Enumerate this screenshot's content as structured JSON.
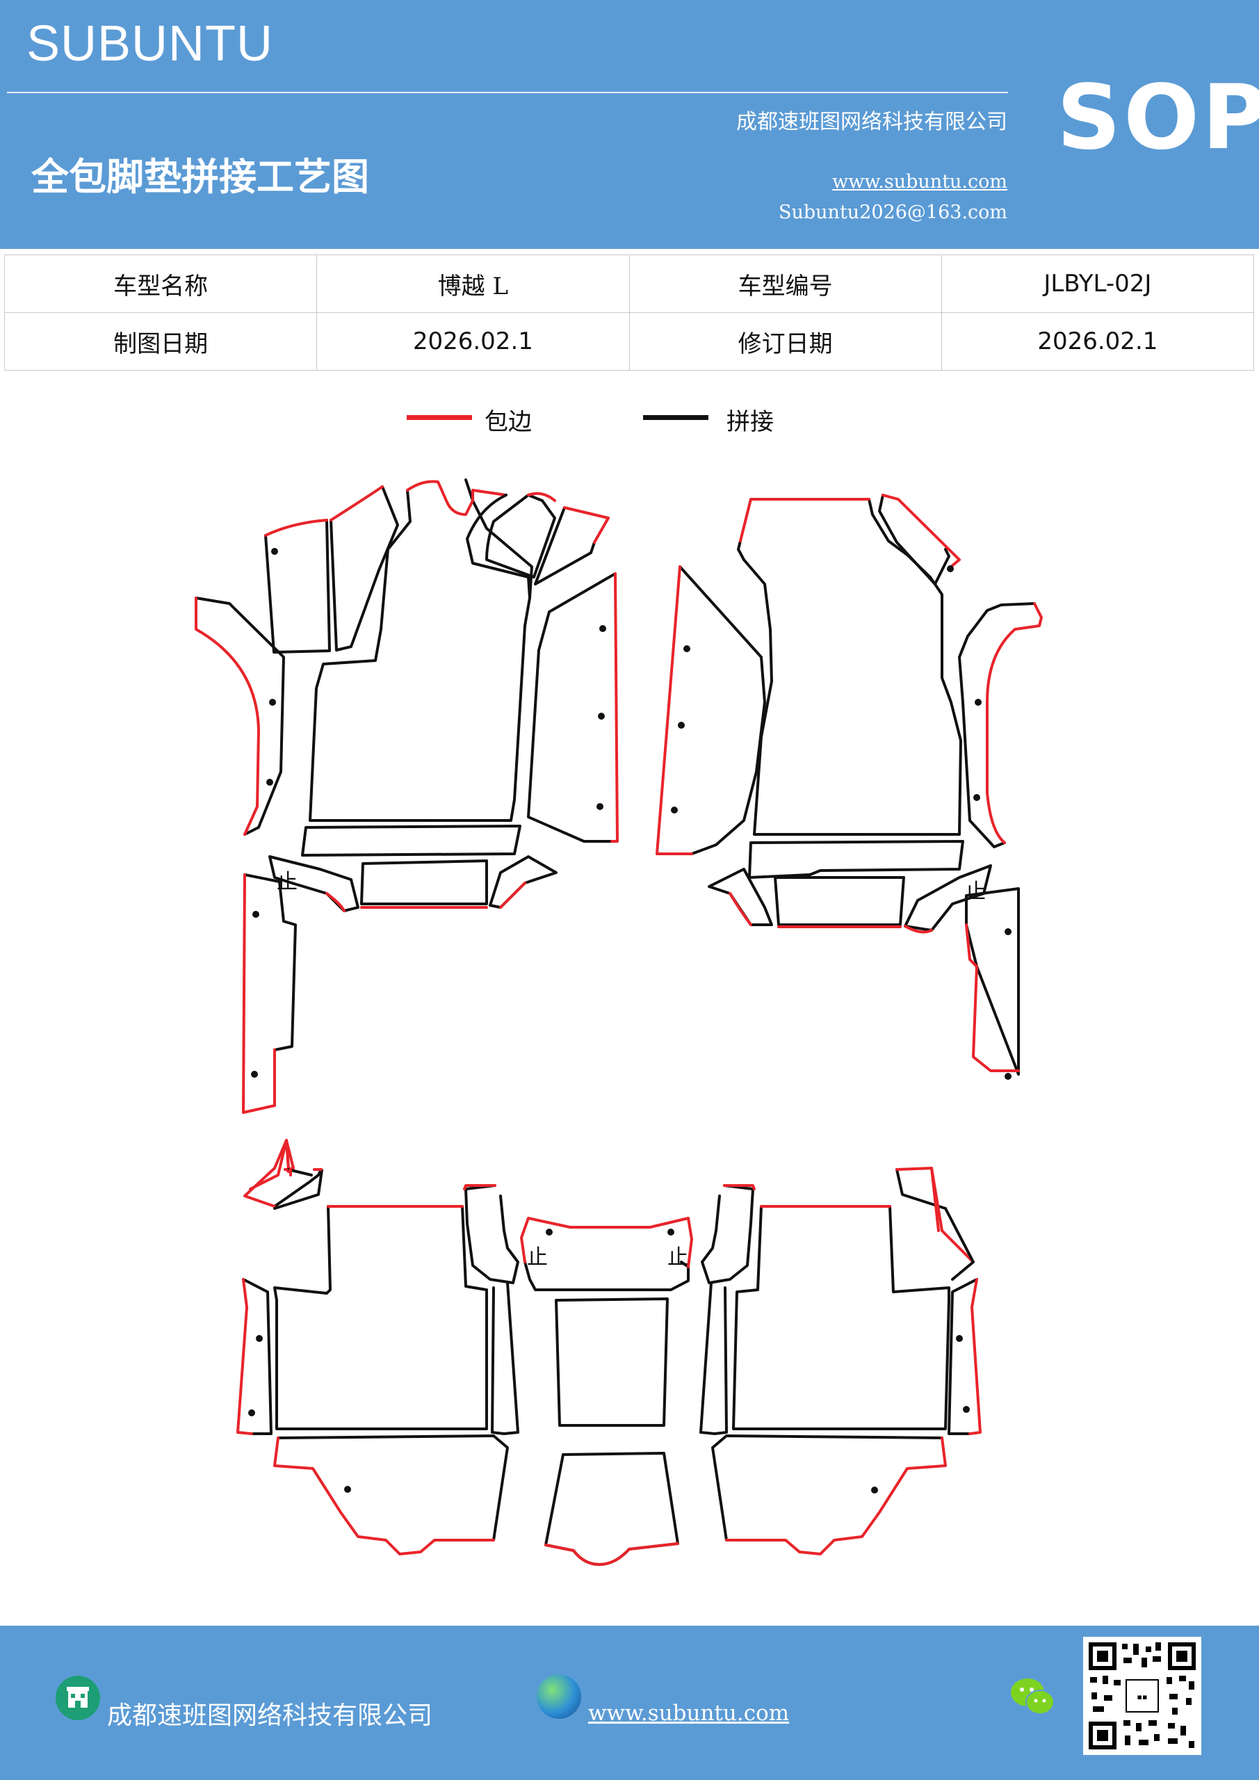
{
  "header": {
    "brand": "SUBUNTU",
    "badge": "SOP",
    "company": "成都速班图网络科技有限公司",
    "title": "全包脚垫拼接工艺图",
    "website": "www.subuntu.com",
    "email": "Subuntu2026@163.com"
  },
  "info": {
    "model_name_label": "车型名称",
    "model_name_value": "博越 L",
    "model_code_label": "车型编号",
    "model_code_value": "JLBYL-02J",
    "draw_date_label": "制图日期",
    "draw_date_value": "2026.02.1",
    "revision_date_label": "修订日期",
    "revision_date_value": "2026.02.1"
  },
  "legend": [
    {
      "label": "包边",
      "color": "#e8242a"
    },
    {
      "label": "拼接",
      "color": "#111111"
    }
  ],
  "drawing": {
    "stop_mark": "止",
    "binding_color": "#e8242a",
    "seam_color": "#111111"
  },
  "footer": {
    "company": "成都速班图网络科技有限公司",
    "website": "www.subuntu.com",
    "company_icon": "building-icon",
    "web_icon": "globe-icon",
    "social_icon": "wechat-icon",
    "qr_icon": "qr-code-icon"
  }
}
